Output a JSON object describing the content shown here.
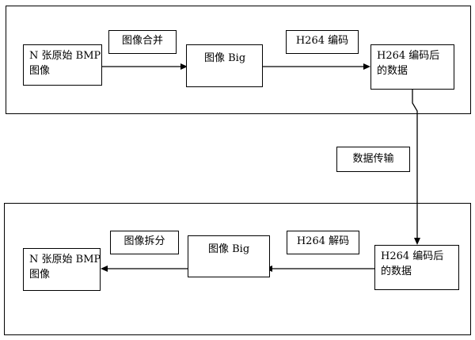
{
  "encode_flow": {
    "source_image": {
      "line1": "N 张原始 BMP",
      "line2": "图像"
    },
    "merge_label": "图像合并",
    "big_image": "图像 Big",
    "encode_label": "H264 编码",
    "encoded_data": {
      "line1": "H264 编码后",
      "line2": "的数据"
    }
  },
  "transfer_label": "数据传输",
  "decode_flow": {
    "encoded_data": {
      "line1": "H264 编码后",
      "line2": "的数据"
    },
    "decode_label": "H264 解码",
    "big_image": "图像 Big",
    "split_label": "图像拆分",
    "result_image": {
      "line1": "N 张原始 BMP",
      "line2": "图像"
    }
  }
}
